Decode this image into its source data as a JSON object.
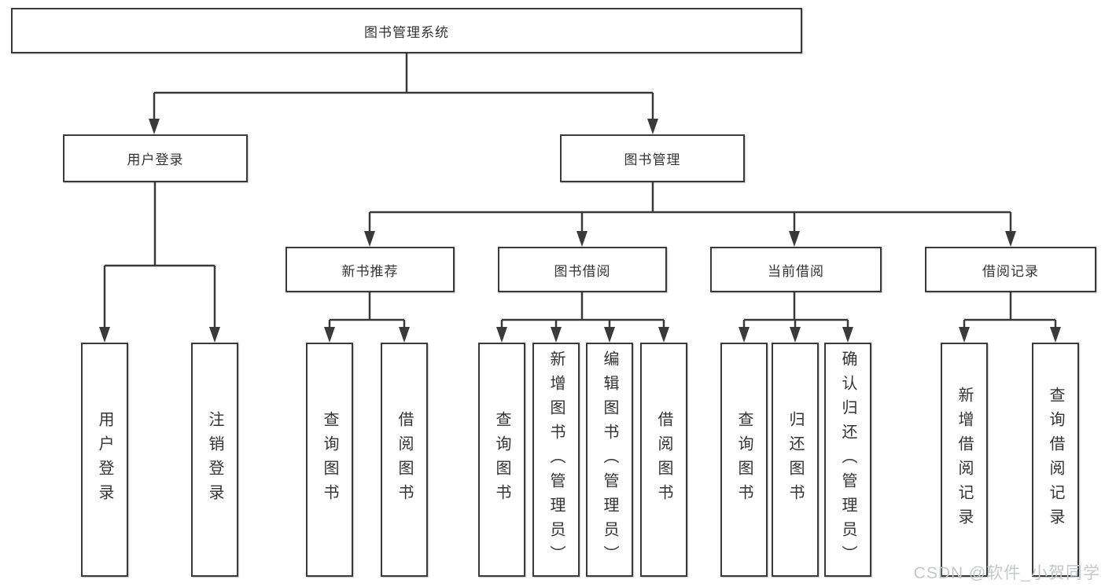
{
  "diagram": {
    "type": "hierarchy-tree",
    "tree": {
      "label": "图书管理系统",
      "children": [
        {
          "label": "用户登录",
          "children": [
            {
              "label": "用户登录"
            },
            {
              "label": "注销登录"
            }
          ]
        },
        {
          "label": "图书管理",
          "children": [
            {
              "label": "新书推荐",
              "children": [
                {
                  "label": "查询图书"
                },
                {
                  "label": "借阅图书"
                }
              ]
            },
            {
              "label": "图书借阅",
              "children": [
                {
                  "label": "查询图书"
                },
                {
                  "label": "新增图书（管理员）"
                },
                {
                  "label": "编辑图书（管理员）"
                },
                {
                  "label": "借阅图书"
                }
              ]
            },
            {
              "label": "当前借阅",
              "children": [
                {
                  "label": "查询图书"
                },
                {
                  "label": "归还图书"
                },
                {
                  "label": "确认归还（管理员）"
                }
              ]
            },
            {
              "label": "借阅记录",
              "children": [
                {
                  "label": "新增借阅记录"
                },
                {
                  "label": "查询借阅记录"
                }
              ]
            }
          ]
        }
      ]
    },
    "colors": {
      "line": "#3a3a3a",
      "box_border": "#3a3a3a",
      "box_fill": "#ffffff",
      "text": "#333333",
      "watermark": "#c4c7cc"
    }
  },
  "watermark": {
    "text": "CSDN @软件_小贺同学"
  }
}
